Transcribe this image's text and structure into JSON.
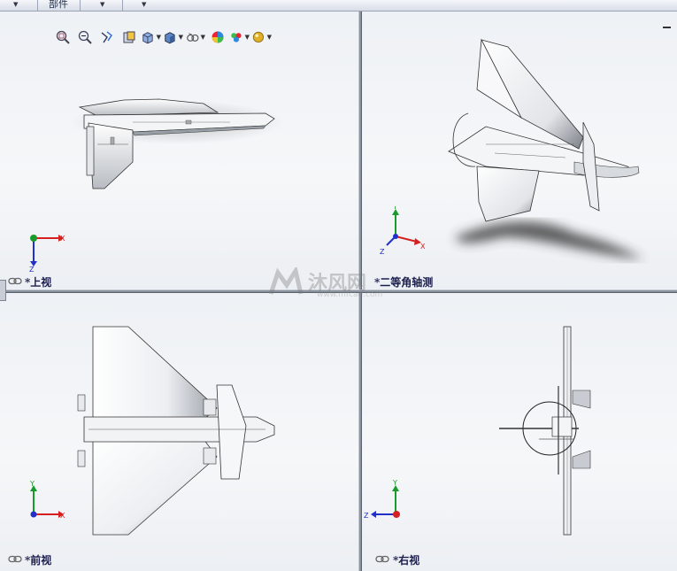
{
  "toolbar": {
    "part_tab_label": "部件"
  },
  "heads_up_toolbar": {
    "buttons": [
      {
        "name": "zoom-to-fit-icon"
      },
      {
        "name": "zoom-to-area-icon"
      },
      {
        "name": "previous-view-icon"
      },
      {
        "name": "section-view-icon"
      },
      {
        "name": "view-orientation-icon"
      },
      {
        "name": "display-style-icon"
      },
      {
        "name": "hide-show-items-icon"
      },
      {
        "name": "edit-appearance-icon"
      },
      {
        "name": "apply-scene-icon"
      },
      {
        "name": "view-settings-icon"
      }
    ]
  },
  "viewports": {
    "top": {
      "label": "*上视"
    },
    "iso": {
      "label": "*二等角轴测"
    },
    "front": {
      "label": "*前视"
    },
    "right": {
      "label": "*右视"
    }
  },
  "triad": {
    "x": "X",
    "y": "Y",
    "z": "Z"
  },
  "watermark": {
    "text": "沐风网",
    "url": "www.mfcad.com"
  },
  "colors": {
    "background_top": "#eef1f5",
    "splitter": "#8a929e",
    "axis_x": "#d42020",
    "axis_y": "#1a9a2a",
    "axis_z": "#2030c8",
    "label_text": "#1b1d4d"
  }
}
